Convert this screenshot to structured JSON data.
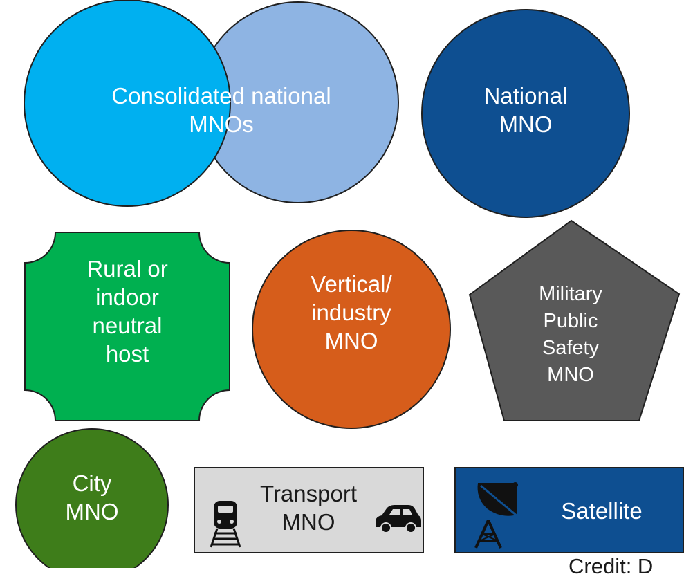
{
  "consolidated": {
    "line1": "Consolidated national",
    "line2": "MNOs"
  },
  "national": {
    "line1": "National",
    "line2": "MNO"
  },
  "rural": {
    "line1": "Rural or",
    "line2": "indoor",
    "line3": "neutral",
    "line4": "host"
  },
  "vertical": {
    "line1": "Vertical/",
    "line2": "industry",
    "line3": "MNO"
  },
  "military": {
    "line1": "Military",
    "line2": "Public",
    "line3": "Safety",
    "line4": "MNO"
  },
  "city": {
    "line1": "City",
    "line2": "MNO"
  },
  "transport": {
    "line1": "Transport",
    "line2": "MNO"
  },
  "satellite": {
    "label": "Satellite"
  },
  "credit": "Credit: D",
  "icons": [
    "train-icon",
    "car-icon",
    "satellite-dish-icon"
  ],
  "colors": {
    "light_blue": "#00b0f0",
    "pale_blue": "#8eb4e3",
    "dark_blue": "#0e4f91",
    "green": "#00b050",
    "orange": "#d65d1b",
    "gray": "#595959",
    "olive_green": "#3e7d1a",
    "light_gray": "#d9d9d9",
    "satellite_blue": "#0e4f91"
  }
}
